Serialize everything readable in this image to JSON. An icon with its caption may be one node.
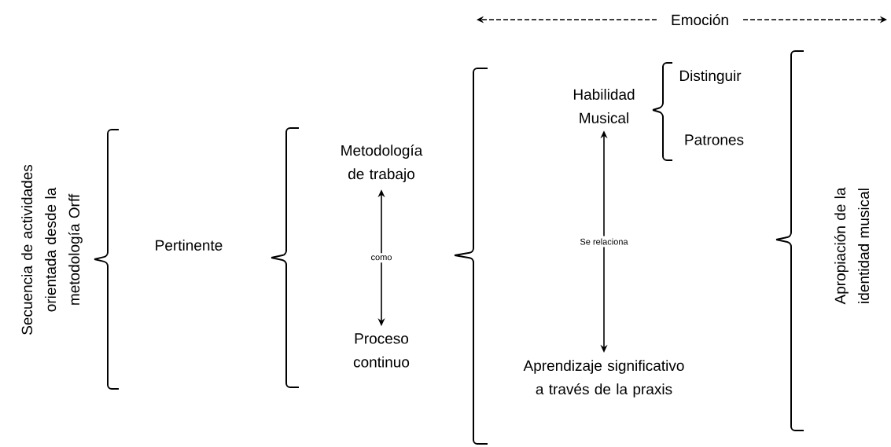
{
  "diagram": {
    "nodes": [
      {
        "text": [
          "Secuencia de actividades orientada desde la metodología Orff"
        ]
      },
      {
        "text": [
          "Pertinente"
        ]
      },
      {
        "text": [
          "Metodología de trabajo"
        ]
      },
      {
        "text": [
          "Proceso continuo"
        ]
      },
      {
        "text": [
          "Habilidad Musical"
        ]
      },
      {
        "text": [
          "Distinguir"
        ]
      },
      {
        "text": [
          "Patrones"
        ]
      },
      {
        "text": [
          "Aprendizaje significativo a través de la praxis"
        ]
      },
      {
        "text": [
          "Apropiación de la identidad musical"
        ]
      }
    ],
    "edges": [
      {
        "from": 2,
        "to": 3,
        "arrow": "both",
        "label": "como"
      },
      {
        "from": 4,
        "to": 7,
        "arrow": "both",
        "label": "Se relaciona"
      }
    ],
    "labels": [
      "Emoción"
    ]
  }
}
